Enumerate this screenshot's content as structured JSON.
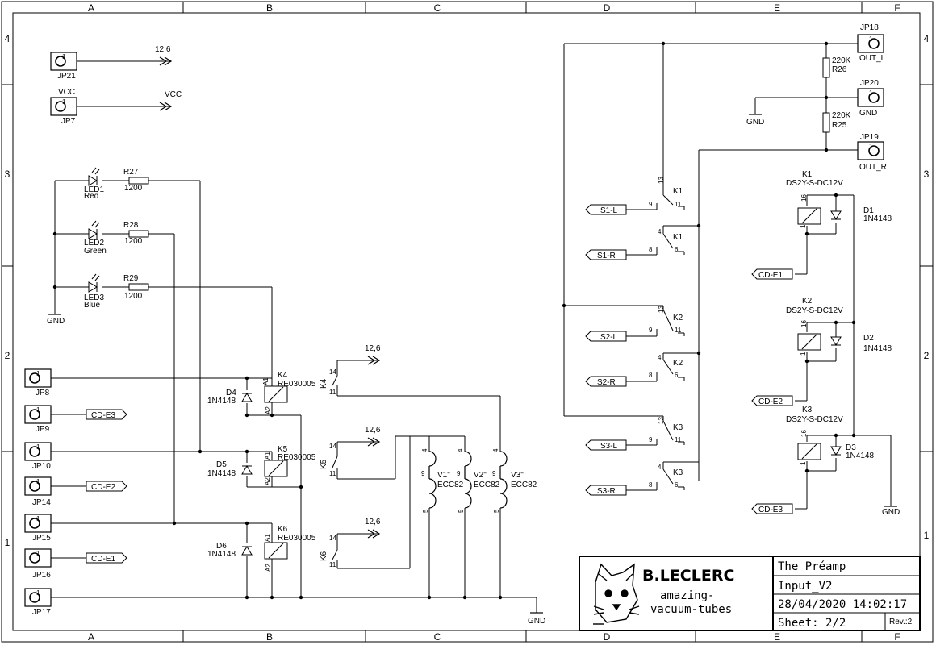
{
  "frame": {
    "cols": [
      "A",
      "B",
      "C",
      "D",
      "E",
      "F"
    ],
    "rows": [
      "4",
      "3",
      "2",
      "1"
    ]
  },
  "nets": {
    "v126": "12,6",
    "vcc": "VCC",
    "gnd": "GND"
  },
  "connectors": {
    "jp21": "JP21",
    "jp7": "JP7",
    "jp8": "JP8",
    "jp9": "JP9",
    "jp10": "JP10",
    "jp14": "JP14",
    "jp15": "JP15",
    "jp16": "JP16",
    "jp17": "JP17",
    "jp18": "JP18",
    "jp20": "JP20",
    "jp19": "JP19",
    "pin1": "1"
  },
  "ports": {
    "cd_e1": "CD-E1",
    "cd_e2": "CD-E2",
    "cd_e3": "CD-E3",
    "s1l": "S1-L",
    "s1r": "S1-R",
    "s2l": "S2-L",
    "s2r": "S2-R",
    "s3l": "S3-L",
    "s3r": "S3-R",
    "out_l": "OUT_L",
    "out_r": "OUT_R"
  },
  "leds": {
    "led1": "LED1",
    "led1_color": "Red",
    "led2": "LED2",
    "led2_color": "Green",
    "led3": "LED3",
    "led3_color": "Blue"
  },
  "resistors": {
    "r27": "R27",
    "r28": "R28",
    "r29": "R29",
    "r_value": "1200",
    "r26": "R26",
    "r25": "R25",
    "r_out_value": "220K"
  },
  "relays": {
    "k4": "K4",
    "k5": "K5",
    "k6": "K6",
    "relay_part": "RE030005",
    "k1": "K1",
    "k2": "K2",
    "k3": "K3",
    "relay_part2": "DS2Y-S-DC12V",
    "a1": "A1",
    "a2": "A2"
  },
  "diodes": {
    "d1": "D1",
    "d2": "D2",
    "d3": "D3",
    "d4": "D4",
    "d5": "D5",
    "d6": "D6",
    "part": "1N4148"
  },
  "tubes": {
    "v1": "V1\"",
    "v2": "V2\"",
    "v3": "V3\"",
    "part": "ECC82"
  },
  "pins": {
    "p4": "4",
    "p5": "5",
    "p6": "6",
    "p8": "8",
    "p9": "9",
    "p11": "11",
    "p13": "13",
    "p14": "14",
    "p16": "16"
  },
  "title_block": {
    "author": "B.LECLERC",
    "tagline1": "amazing-",
    "tagline2": "vacuum-tubes",
    "project": "The Préamp",
    "sheet_name": "Input_V2",
    "date": "28/04/2020 14:02:17",
    "sheet": "Sheet: 2/2",
    "rev": "Rev.:2"
  }
}
